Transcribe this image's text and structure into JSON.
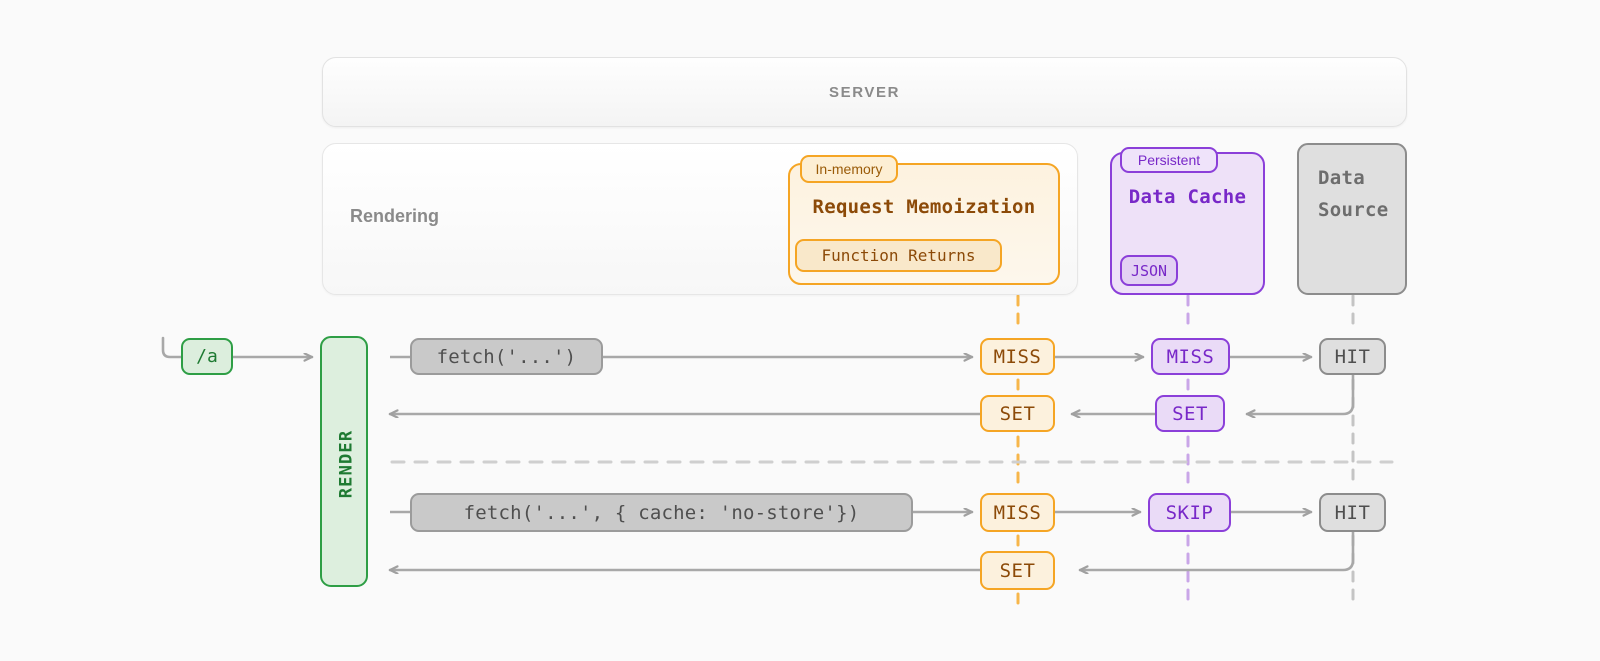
{
  "theme": {
    "background": "#FAFAFA",
    "orange": "#F5A524",
    "orange_text": "#8C4A08",
    "purple": "#8B3FD9",
    "purple_text": "#7828C8",
    "green": "#2E9E45",
    "green_text": "#1E7A32",
    "gray": "#8C8C8C",
    "gray_text": "#4F4F4F",
    "muted_text": "#8A8A8A"
  },
  "server": {
    "label": "SERVER"
  },
  "rendering_panel": {
    "label": "Rendering"
  },
  "request_memoization": {
    "tab_label": "In-memory",
    "title": "Request Memoization",
    "chip_label": "Function Returns"
  },
  "data_cache": {
    "tab_label": "Persistent",
    "title": "Data Cache",
    "chip_label": "JSON"
  },
  "data_source": {
    "title_line1": "Data",
    "title_line2": "Source"
  },
  "route": {
    "label": "/a"
  },
  "render_bar": {
    "label": "RENDER"
  },
  "rows": [
    {
      "code": "fetch('...')",
      "memoization_request": "MISS",
      "memoization_response": "SET",
      "data_cache_request": "MISS",
      "data_cache_response": "SET",
      "data_source_result": "HIT"
    },
    {
      "code": "fetch('...', { cache: 'no-store'})",
      "memoization_request": "MISS",
      "memoization_response": "SET",
      "data_cache_request": "SKIP",
      "data_cache_response": "",
      "data_source_result": "HIT"
    }
  ]
}
